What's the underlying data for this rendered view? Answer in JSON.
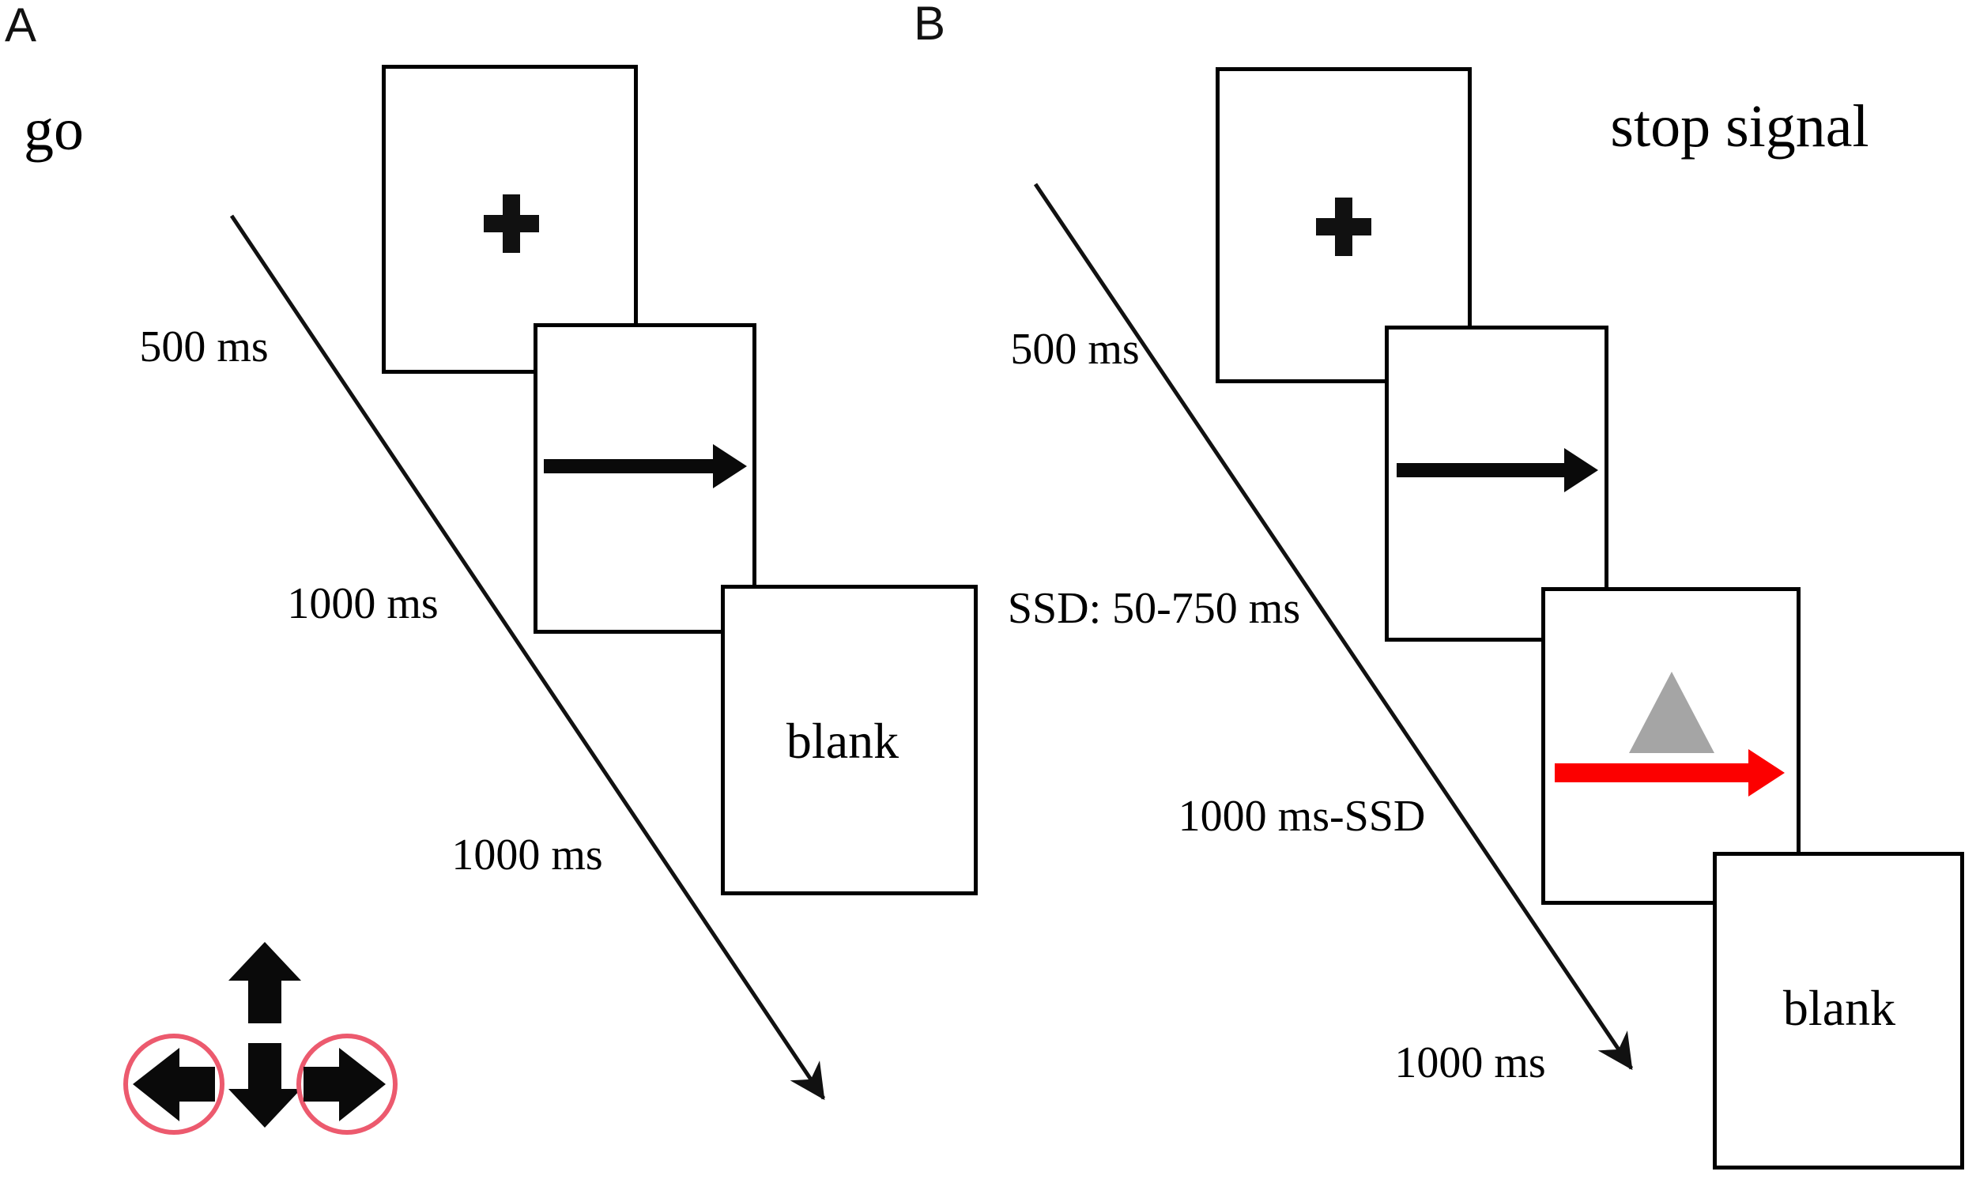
{
  "panel_a": {
    "letter": "A",
    "title": "go",
    "fixation_label": "500 ms",
    "go_label": "1000 ms",
    "blank_label": "1000 ms",
    "blank_text": "blank"
  },
  "panel_b": {
    "letter": "B",
    "title": "stop signal",
    "fixation_label": "500 ms",
    "ssd_label": "SSD: 50-750 ms",
    "stop_label": "1000 ms-SSD",
    "blank_label": "1000 ms",
    "blank_text": "blank"
  },
  "icons": {
    "fixation_cross": "plus-shape",
    "go_arrow": "right-arrow",
    "stop_arrow": "red-right-arrow",
    "stop_triangle": "gray-triangle",
    "response_up": "up-block-arrow",
    "response_down": "down-block-arrow",
    "response_left": "left-block-arrow-circled",
    "response_right": "right-block-arrow-circled",
    "timeline": "diagonal-arrow"
  },
  "colors": {
    "ink": "#000000",
    "stop_red": "#fc0000",
    "triangle_gray": "#a5a5a5",
    "circle_pink": "#ec5a6e"
  }
}
